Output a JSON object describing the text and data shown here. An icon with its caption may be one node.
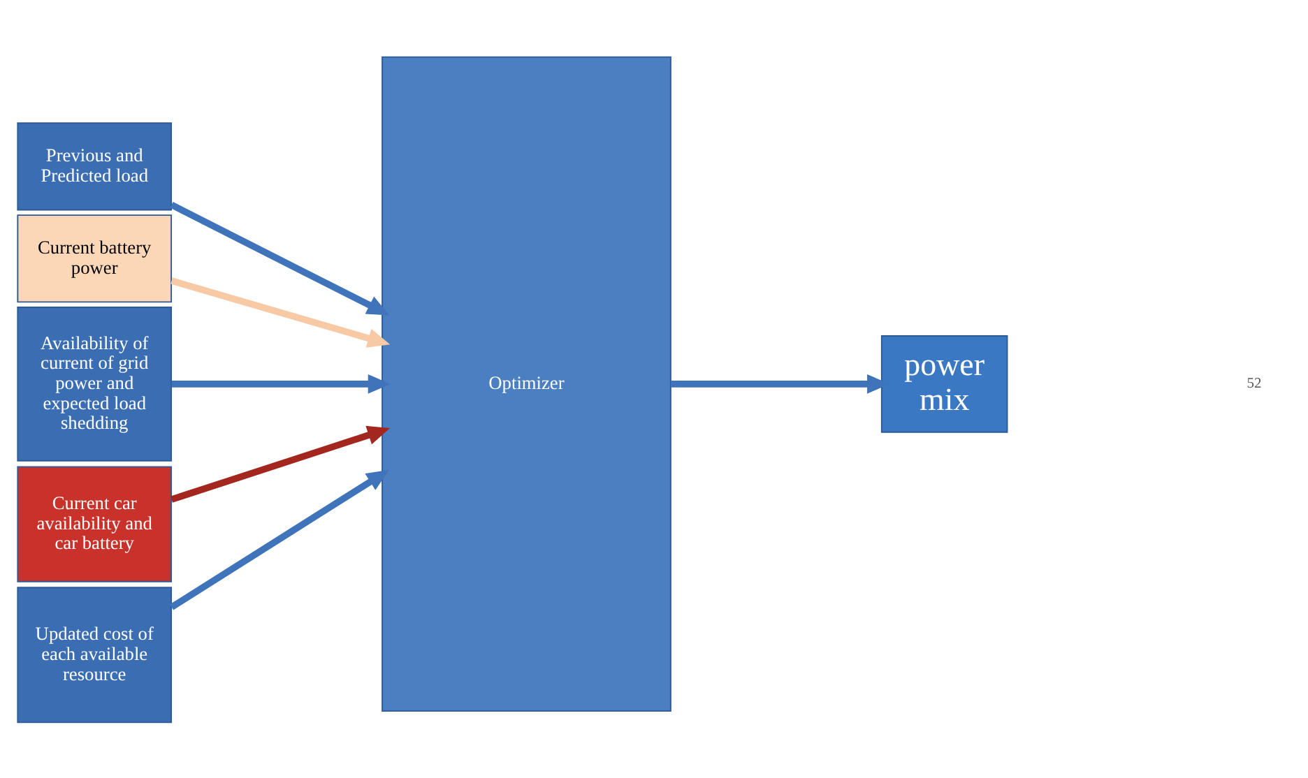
{
  "diagram": {
    "nodes": [
      {
        "text": [
          "Previous and Predicted load"
        ]
      },
      {
        "text": [
          "Current battery power"
        ]
      },
      {
        "text": [
          "Availability of current of grid power and expected load shedding"
        ]
      },
      {
        "text": [
          "Current car availability and car battery"
        ]
      },
      {
        "text": [
          "Updated cost of each available resource"
        ]
      },
      {
        "text": [
          "Optimizer"
        ]
      },
      {
        "text": [
          "power mix"
        ]
      }
    ],
    "edges": [
      {
        "from": 0,
        "to": 5,
        "arrow": "to"
      },
      {
        "from": 1,
        "to": 5,
        "arrow": "to",
        "color": "#f7c9a4"
      },
      {
        "from": 2,
        "to": 5,
        "arrow": "to"
      },
      {
        "from": 3,
        "to": 5,
        "arrow": "to",
        "color": "#a3261f"
      },
      {
        "from": 4,
        "to": 5,
        "arrow": "to"
      },
      {
        "from": 5,
        "to": 6,
        "arrow": "to"
      }
    ],
    "labels": [
      "52"
    ]
  }
}
